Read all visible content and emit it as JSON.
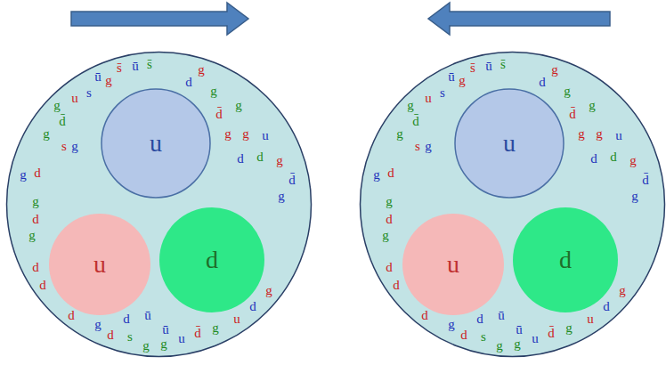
{
  "diagram": {
    "nodes": [
      {
        "text": [
          "u"
        ]
      },
      {
        "text": [
          "u"
        ]
      },
      {
        "text": [
          "d"
        ]
      },
      {
        "text": [
          "u"
        ]
      },
      {
        "text": [
          "u"
        ]
      },
      {
        "text": [
          "d"
        ]
      }
    ],
    "labels": [
      "ū",
      "g",
      "s̄",
      "ū",
      "s̄",
      "g",
      "d",
      "g",
      "g",
      "u",
      "s",
      "d̄",
      "g",
      "s",
      "g",
      "g",
      "d",
      "d̄",
      "g",
      "g",
      "g",
      "u",
      "d",
      "d",
      "g",
      "d̄",
      "g",
      "g",
      "d",
      "g",
      "d",
      "d",
      "d",
      "g",
      "d",
      "ū",
      "d",
      "s",
      "ū",
      "g",
      "g",
      "u",
      "d̄",
      "g",
      "u",
      "d",
      "g",
      "ū",
      "g",
      "s̄",
      "ū",
      "s̄",
      "g",
      "d",
      "g",
      "g",
      "u",
      "s",
      "d̄",
      "g",
      "s",
      "g",
      "g",
      "d",
      "d̄",
      "g",
      "g",
      "g",
      "u",
      "d",
      "d",
      "g",
      "d̄",
      "g",
      "g",
      "d",
      "g",
      "d",
      "d",
      "d",
      "g",
      "d",
      "ū",
      "d",
      "s",
      "ū",
      "g",
      "g",
      "u",
      "d̄",
      "g",
      "u",
      "d",
      "g"
    ]
  }
}
